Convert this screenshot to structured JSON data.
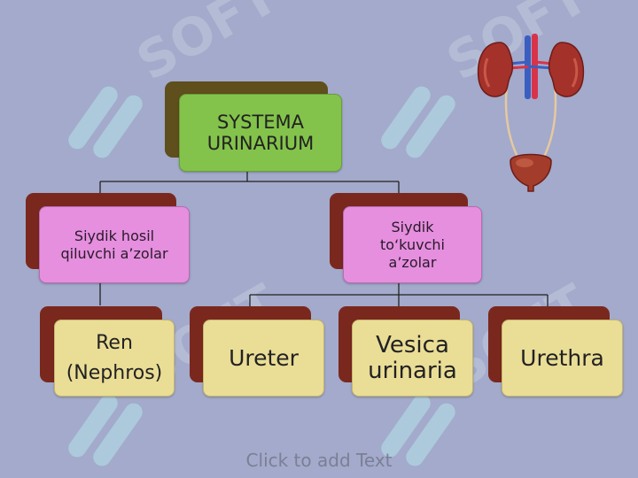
{
  "slide": {
    "root": {
      "line1": "SYSTEMA",
      "line2": "URINARIUM"
    },
    "branch_left": {
      "line1": "Siydik hosil",
      "line2": "qiluvchi a’zolar"
    },
    "branch_right": {
      "line1": "Siydik",
      "line2": "to‘kuvchi",
      "line3": "a’zolar"
    },
    "leaves": {
      "ren": {
        "line1": "Ren",
        "line2": "(Nephros)"
      },
      "ureter": {
        "line1": "Ureter"
      },
      "vesica": {
        "line1": "Vesica",
        "line2": "urinaria"
      },
      "urethra": {
        "line1": "Urethra"
      }
    },
    "placeholder": "Click to add Text"
  },
  "colors": {
    "background": "#a3aacb",
    "root_box": "#83c34b",
    "branch_box": "#e58fde",
    "leaf_box": "#eadd96",
    "shadow": "#7a281e",
    "connector": "#222222"
  },
  "icons": [
    "kidney-icon",
    "bladder-icon"
  ]
}
